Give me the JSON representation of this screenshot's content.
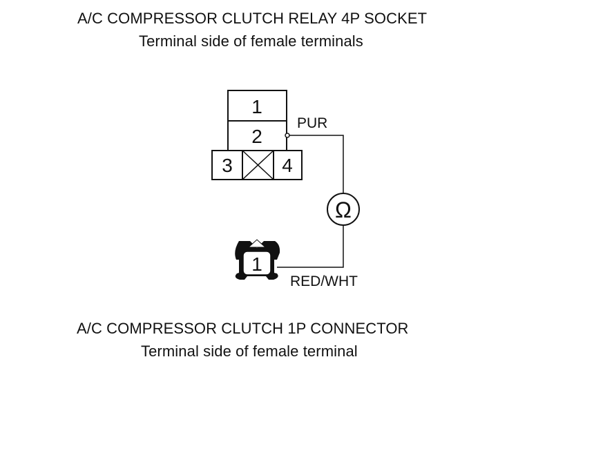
{
  "relay_socket": {
    "title": "A/C COMPRESSOR CLUTCH RELAY 4P SOCKET",
    "subtitle": "Terminal side of female terminals",
    "terminals": [
      "1",
      "2",
      "3",
      "4"
    ]
  },
  "connector": {
    "title": "A/C COMPRESSOR CLUTCH 1P CONNECTOR",
    "subtitle": "Terminal side of female terminal",
    "terminal": "1"
  },
  "wires": {
    "upper_label": "PUR",
    "lower_label": "RED/WHT"
  },
  "meter": {
    "symbol": "Ω",
    "icon": "ohmmeter-icon"
  },
  "colors": {
    "line": "#111111",
    "background": "#ffffff"
  }
}
